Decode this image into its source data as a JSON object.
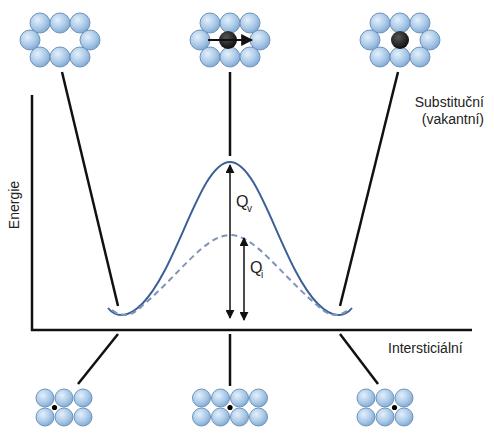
{
  "diagram": {
    "labels": [
      "Energie",
      "Substituční (vakantní)",
      "Q",
      "v",
      "Q",
      "i",
      "Intersticiální"
    ]
  }
}
